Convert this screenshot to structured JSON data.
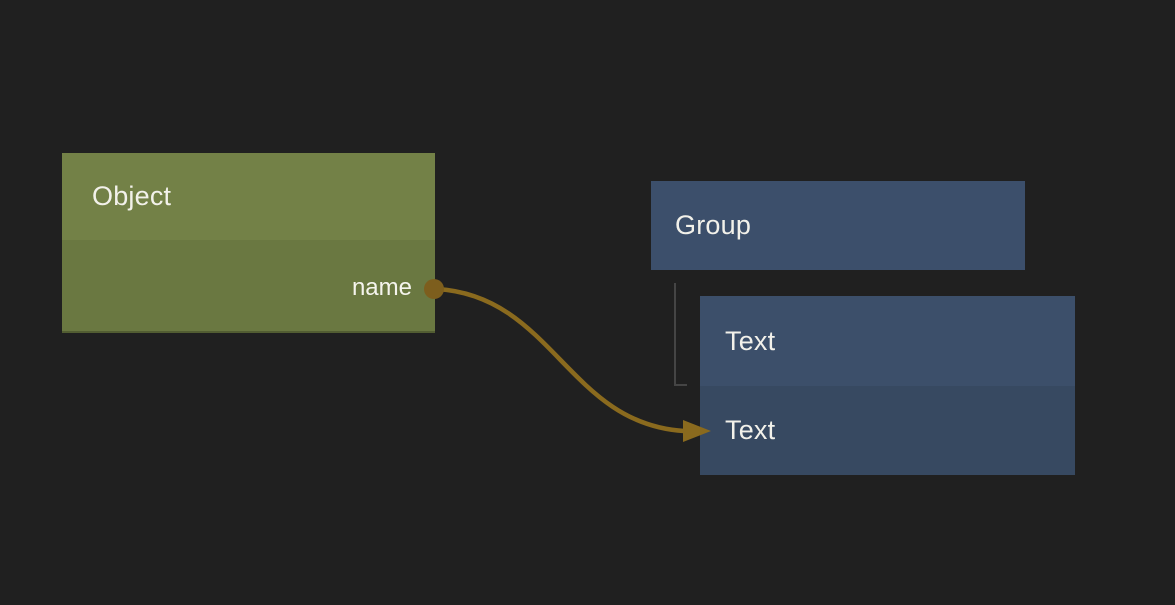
{
  "canvas": {
    "background": "#202020"
  },
  "colors": {
    "wire": "#8a6a1e",
    "port_dot": "#7d5e1d",
    "tree_line": "#454545",
    "object_header": "#738147",
    "object_body": "#6a7841",
    "group_header": "#3c4f6b",
    "text_header": "#3c4f6a",
    "text_body": "#374961",
    "label_text": "#f2f1ea"
  },
  "nodes": {
    "object": {
      "title": "Object",
      "output_port_label": "name"
    },
    "group": {
      "title": "Group"
    },
    "text": {
      "title": "Text",
      "field_label": "Text"
    }
  }
}
